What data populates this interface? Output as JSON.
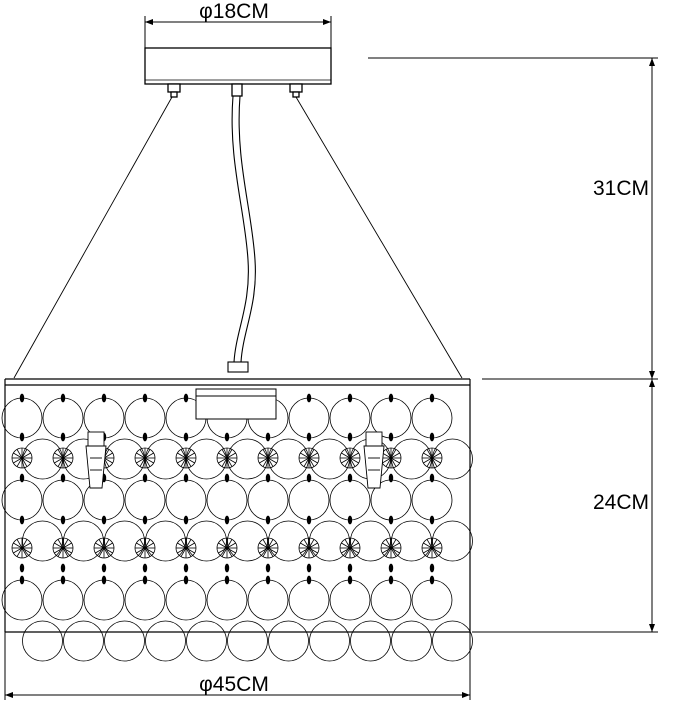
{
  "drawing": {
    "dimensions": {
      "canopy_diameter": "φ18CM",
      "suspension_height": "31CM",
      "shade_height": "24CM",
      "shade_diameter": "φ45CM"
    }
  }
}
